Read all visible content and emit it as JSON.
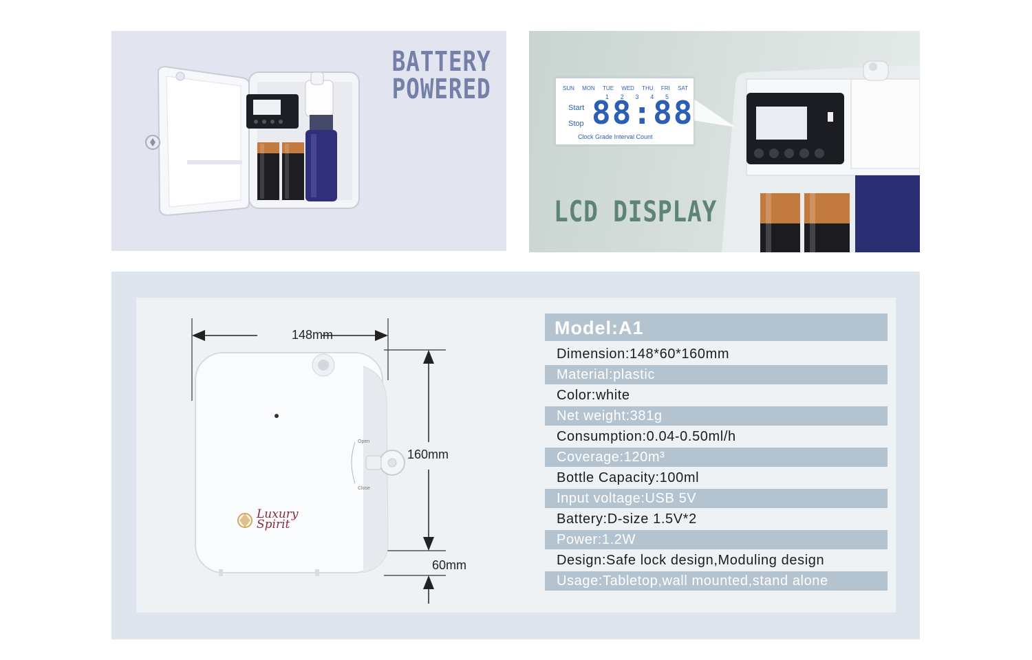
{
  "battery_panel": {
    "title_line1": "BATTERY",
    "title_line2": "POWERED"
  },
  "lcd_panel": {
    "title": "LCD DISPLAY",
    "lcd": {
      "days": [
        "SUN",
        "MON",
        "TUE",
        "WED",
        "THU",
        "FRI",
        "SAT"
      ],
      "numbers": [
        "1",
        "2",
        "3",
        "4",
        "5"
      ],
      "start_label": "Start",
      "stop_label": "Stop",
      "digits": "88:88",
      "bottom_labels": "Clock Grade Interval Count"
    }
  },
  "product": {
    "dimension_width": "148mm",
    "dimension_height": "160mm",
    "dimension_depth": "60mm",
    "key_open": "Open",
    "key_close": "Close",
    "brand_logo": "Luxury Spirit"
  },
  "specs": {
    "model": "Model:A1",
    "rows": [
      "Dimension:148*60*160mm",
      "Material:plastic",
      "Color:white",
      "Net weight:381g",
      "Consumption:0.04-0.50ml/h",
      "Coverage:120m³",
      "Bottle Capacity:100ml",
      "Input voltage:USB 5V",
      "Battery:D-size 1.5V*2",
      "Power:1.2W",
      "Design:Safe lock design,Moduling design",
      "Usage:Tabletop,wall mounted,stand alone"
    ]
  },
  "colors": {
    "battery_title": "#7580a8",
    "lcd_title": "#5e8378",
    "lcd_digits": "#2b5fb4",
    "spec_band": "#b3c3d0"
  }
}
